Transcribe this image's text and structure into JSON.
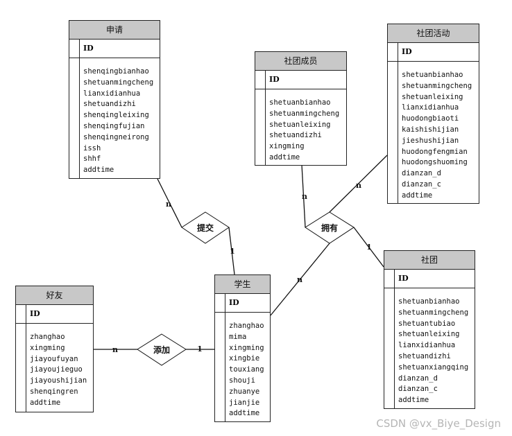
{
  "entities": {
    "shenqing": {
      "title": "申请",
      "key": "ID",
      "attrs": [
        "shenqingbianhao",
        "shetuanmingcheng",
        "lianxidianhua",
        "shetuandizhi",
        "shenqingleixing",
        "shenqingfujian",
        "shenqingneirong",
        "issh",
        "shhf",
        "addtime"
      ]
    },
    "shetuanchengyuan": {
      "title": "社团成员",
      "key": "ID",
      "attrs": [
        "shetuanbianhao",
        "shetuanmingcheng",
        "shetuanleixing",
        "shetuandizhi",
        "xingming",
        "addtime"
      ]
    },
    "shetuanhuodong": {
      "title": "社团活动",
      "key": "ID",
      "attrs": [
        "shetuanbianhao",
        "shetuanmingcheng",
        "shetuanleixing",
        "lianxidianhua",
        "huodongbiaoti",
        "kaishishijian",
        "jieshushijian",
        "huodongfengmian",
        "huodongshuoming",
        "dianzan_d",
        "dianzan_c",
        "addtime"
      ]
    },
    "haoyou": {
      "title": "好友",
      "key": "ID",
      "attrs": [
        "zhanghao",
        "xingming",
        "jiayoufuyan",
        "jiayoujieguo",
        "jiayoushijian",
        "shenqingren",
        "addtime"
      ]
    },
    "xuesheng": {
      "title": "学生",
      "key": "ID",
      "attrs": [
        "zhanghao",
        "mima",
        "xingming",
        "xingbie",
        "touxiang",
        "shouji",
        "zhuanye",
        "jianjie",
        "addtime"
      ]
    },
    "shetuan": {
      "title": "社团",
      "key": "ID",
      "attrs": [
        "shetuanbianhao",
        "shetuanmingcheng",
        "shetuantubiao",
        "shetuanleixing",
        "lianxidianhua",
        "shetuandizhi",
        "shetuanxiangqing",
        "dianzan_d",
        "dianzan_c",
        "addtime"
      ]
    }
  },
  "relationships": {
    "tijiao": {
      "label": "提交",
      "card_a": "n",
      "card_b": "1"
    },
    "yongyou": {
      "label": "拥有",
      "card_a": "n",
      "card_b": "n",
      "card_c": "1",
      "card_d": "n"
    },
    "tianjia": {
      "label": "添加",
      "card_a": "n",
      "card_b": "1"
    }
  },
  "watermark": "CSDN @vx_Biye_Design"
}
